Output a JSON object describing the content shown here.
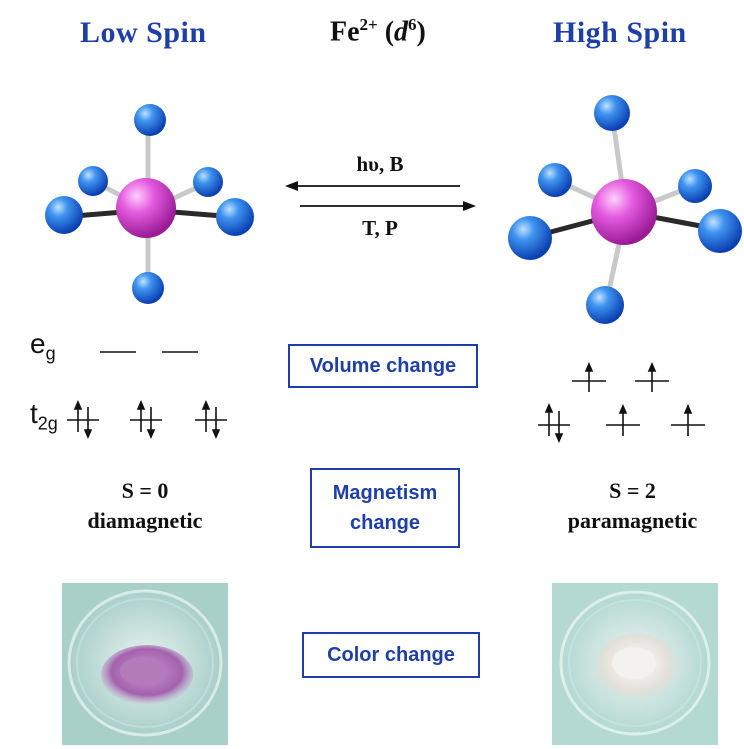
{
  "header": {
    "low_spin_title": "Low Spin",
    "high_spin_title": "High Spin",
    "ion_label": "Fe",
    "ion_charge": "2+",
    "config_open": " (",
    "config_d": "d",
    "config_exp": "6",
    "config_close": ")"
  },
  "transition": {
    "forward_label": "hυ, B",
    "reverse_label": "T, P"
  },
  "orbitals": {
    "eg_main": "e",
    "eg_sub": "g",
    "t2g_main": "t",
    "t2g_sub": "2g"
  },
  "low_spin": {
    "spin_value": "S = 0",
    "magnetism": "diamagnetic"
  },
  "high_spin": {
    "spin_value": "S = 2",
    "magnetism": "paramagnetic"
  },
  "changes": {
    "volume": "Volume change",
    "magnetism_line1": "Magnetism",
    "magnetism_line2": "change",
    "color": "Color change"
  },
  "colors": {
    "accent_blue": "#1f3fa8",
    "ligand_blue": "#1e6fe0",
    "metal_magenta": "#d94fd6",
    "low_spin_powder": "#b070b8",
    "high_spin_powder": "#ece9e4"
  }
}
